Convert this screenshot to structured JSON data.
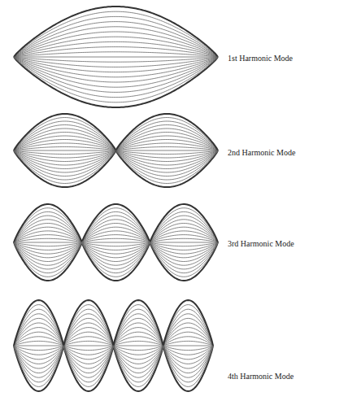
{
  "diagram": {
    "labels": [
      "1st Harmonic Mode",
      "2nd Harmonic Mode",
      "3rd Harmonic Mode",
      "4th Harmonic Mode"
    ]
  }
}
